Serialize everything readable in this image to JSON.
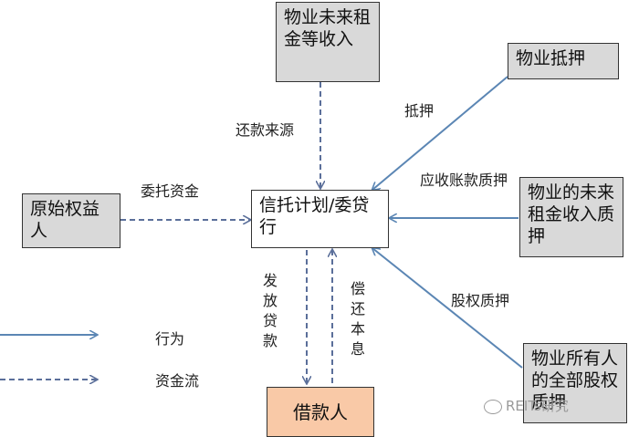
{
  "nodes": {
    "future_rent": "物业未来租金等收入",
    "property_pledge": "物业抵押",
    "original_holder": "原始权益人",
    "trust": "信托计划/委贷行",
    "rent_pledge": "物业的未来租金收入质押",
    "owner_equity": "物业所有人的全部股权质押",
    "borrower": "借款人"
  },
  "edges": {
    "repayment_source": "还款来源",
    "mortgage": "抵押",
    "entrusted_funds": "委托资金",
    "receivables_pledge": "应收账款质押",
    "equity_pledge": "股权质押",
    "issue_loan": "发放贷款",
    "repay": "偿还本息"
  },
  "legend": {
    "behavior": "行为",
    "fund_flow": "资金流"
  },
  "watermark": "REITs研究",
  "colors": {
    "node_fill": "#d9d9d9",
    "borrower_fill": "#f9c9a7",
    "solid_arrow": "#5b86b4",
    "dashed_arrow": "#5b6f9a"
  }
}
